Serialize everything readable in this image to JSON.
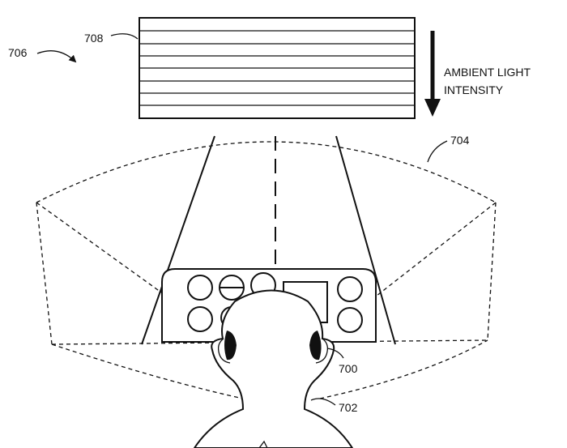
{
  "labels": {
    "ref_706": "706",
    "ref_708": "708",
    "ref_704": "704",
    "ref_700": "700",
    "ref_702": "702",
    "ambient_line1": "AMBIENT LIGHT",
    "ambient_line2": "INTENSITY"
  },
  "colors": {
    "ink": "#111111",
    "background": "#ffffff"
  },
  "icons": {
    "arrow": "down-arrow-icon",
    "reference_arrow": "curved-arrow-icon"
  }
}
